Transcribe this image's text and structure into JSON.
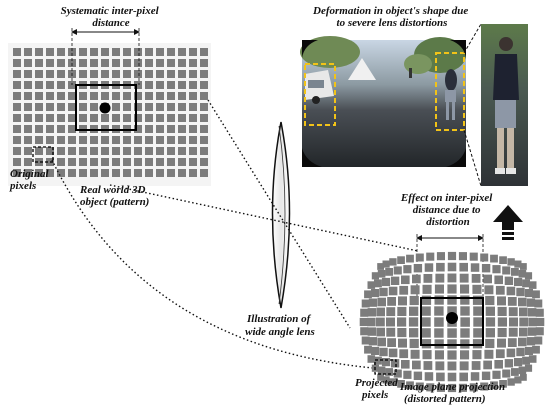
{
  "labels": {
    "systematic_distance": [
      "Systematic inter-pixel",
      "distance"
    ],
    "original_pixels": [
      "Original",
      "pixels"
    ],
    "real_world_object": [
      "Real world 3D",
      "object (pattern)"
    ],
    "deformation": [
      "Deformation in object's shape due",
      "to severe lens distortions"
    ],
    "effect_distance": [
      "Effect on inter-pixel",
      "distance due to",
      "distortion"
    ],
    "lens_illustration": [
      "Illustration of",
      "wide angle lens"
    ],
    "projected_pixels": [
      "Projected",
      "pixels"
    ],
    "image_plane": [
      "Image plane projection",
      "(distorted pattern)"
    ]
  },
  "colors": {
    "pixel_square": "#7c7c7c",
    "panel_background": "#f4f4f4",
    "highlight_box": "#f2c318",
    "arrow": "#111111"
  },
  "icons": {
    "lens": "biconvex-lens-icon",
    "arrow": "up-arrow-icon"
  }
}
